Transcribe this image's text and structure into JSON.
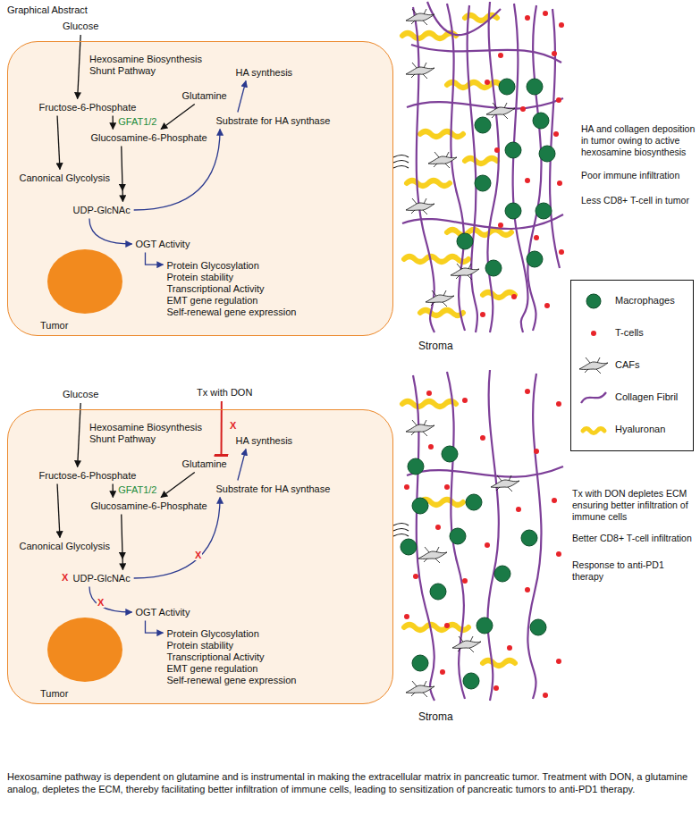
{
  "diagram": {
    "title": "Graphical Abstract",
    "caption": "Hexosamine pathway is dependent on glutamine and is instrumental in making the extracellular matrix in pancreatic tumor. Treatment with DON, a glutamine analog, depletes the ECM, thereby facilitating better infiltration of immune cells, leading to sensitization of pancreatic tumors to anti-PD1 therapy.",
    "nodes": [
      {
        "text": [
          "Glucose"
        ]
      },
      {
        "text": [
          "Tumor"
        ]
      },
      {
        "text": [
          "Fructose-6-Phosphate"
        ],
        "in": 1
      },
      {
        "text": [
          "Glutamine"
        ],
        "in": 1
      },
      {
        "text": [
          "Glucosamine-6-Phosphate"
        ],
        "in": 1
      },
      {
        "text": [
          "Canonical Glycolysis"
        ],
        "in": 1
      },
      {
        "text": [
          "UDP-GlcNAc"
        ],
        "in": 1
      },
      {
        "text": [
          "HA synthesis"
        ],
        "in": 1
      },
      {
        "text": [
          "Substrate for HA synthase"
        ],
        "in": 1
      },
      {
        "text": [
          "OGT Activity"
        ],
        "in": 1
      },
      {
        "text": [
          "Protein Glycosylation",
          "Protein stability",
          "Transcriptional Activity",
          "EMT gene regulation",
          "Self-renewal gene expression"
        ],
        "in": 1
      },
      {
        "text": [
          "Glucose"
        ]
      },
      {
        "text": [
          "Tx with DON"
        ]
      },
      {
        "text": [
          "Tumor"
        ]
      },
      {
        "text": [
          "Fructose-6-Phosphate"
        ],
        "in": 13
      },
      {
        "text": [
          "Glutamine"
        ],
        "in": 13
      },
      {
        "text": [
          "Glucosamine-6-Phosphate"
        ],
        "in": 13
      },
      {
        "text": [
          "Canonical Glycolysis"
        ],
        "in": 13
      },
      {
        "text": [
          "UDP-GlcNAc"
        ],
        "in": 13
      },
      {
        "text": [
          "HA synthesis"
        ],
        "in": 13
      },
      {
        "text": [
          "Substrate for HA synthase"
        ],
        "in": 13
      },
      {
        "text": [
          "OGT Activity"
        ],
        "in": 13
      },
      {
        "text": [
          "Protein Glycosylation",
          "Protein stability",
          "Transcriptional Activity",
          "EMT gene regulation",
          "Self-renewal gene expression"
        ],
        "in": 13
      }
    ],
    "edges": [
      {
        "from": 0,
        "to": 2,
        "arrow": "to"
      },
      {
        "from": 2,
        "to": 5,
        "arrow": "to"
      },
      {
        "from": 2,
        "to": 4,
        "arrow": "to",
        "label": "GFAT1/2"
      },
      {
        "from": 3,
        "to": 4,
        "arrow": "to"
      },
      {
        "from": 4,
        "to": 6,
        "arrow": "to"
      },
      {
        "from": 6,
        "to": 8,
        "arrow": "to"
      },
      {
        "from": 8,
        "to": 7,
        "arrow": "to"
      },
      {
        "from": 6,
        "to": 9,
        "arrow": "to"
      },
      {
        "from": 9,
        "to": 10,
        "arrow": "to"
      },
      {
        "from": 11,
        "to": 14,
        "arrow": "to"
      },
      {
        "from": 14,
        "to": 17,
        "arrow": "to"
      },
      {
        "from": 14,
        "to": 16,
        "arrow": "to",
        "label": "GFAT1/2"
      },
      {
        "from": 15,
        "to": 16,
        "arrow": "to"
      },
      {
        "from": 16,
        "to": 18,
        "arrow": "to"
      },
      {
        "from": 18,
        "to": 20,
        "arrow": "to"
      },
      {
        "from": 20,
        "to": 19,
        "arrow": "to"
      },
      {
        "from": 18,
        "to": 21,
        "arrow": "to"
      },
      {
        "from": 21,
        "to": 22,
        "arrow": "to"
      },
      {
        "from": 12,
        "to": 15,
        "arrow": "to"
      }
    ],
    "labels": [
      "Hexosamine Biosynthesis Shunt Pathway",
      "Stroma",
      "HA and collagen deposition in tumor owing to active hexosamine biosynthesis",
      "Poor immune infiltration",
      "Less CD8+ T-cell in tumor",
      "Hexosamine Biosynthesis Shunt Pathway",
      "X",
      "X",
      "X",
      "X",
      "Stroma",
      "Tx with DON depletes ECM ensuring better infiltration of immune cells",
      "Better CD8+ T-cell infiltration",
      "Response to anti-PD1 therapy"
    ],
    "legend": [
      {
        "text": "Macrophages",
        "color": "#1a7a46"
      },
      {
        "text": "T-cells",
        "color": "#e8242a"
      },
      {
        "text": "CAFs"
      },
      {
        "text": "Collagen Fibril"
      },
      {
        "text": "Hyaluronan",
        "color": "#f8d01f"
      }
    ]
  }
}
